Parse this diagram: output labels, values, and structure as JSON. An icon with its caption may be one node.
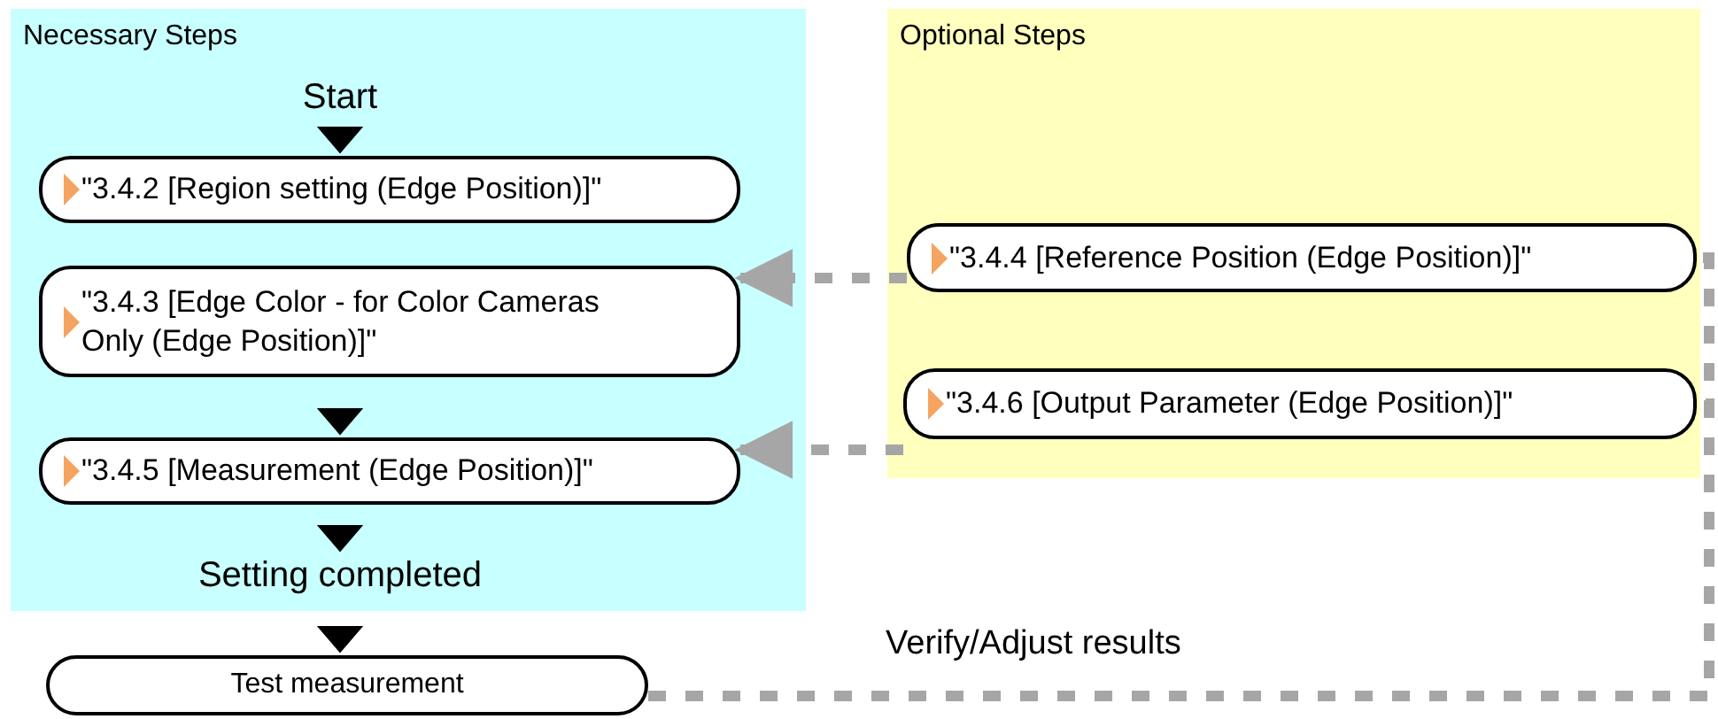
{
  "diagram": {
    "nodes": [
      {
        "text": [
          "Necessary Steps"
        ]
      },
      {
        "text": [
          "Start"
        ],
        "in": 0
      },
      {
        "text": [
          "\"3.4.2 [Region setting (Edge Position)]\""
        ],
        "in": 0
      },
      {
        "text": [
          "\"3.4.3 [Edge Color - for Color Cameras Only (Edge Position)]\""
        ],
        "in": 0
      },
      {
        "text": [
          "\"3.4.5 [Measurement (Edge Position)]\""
        ],
        "in": 0
      },
      {
        "text": [
          "Setting completed"
        ],
        "in": 0
      },
      {
        "text": [
          "Test measurement"
        ]
      },
      {
        "text": [
          "Optional Steps"
        ]
      },
      {
        "text": [
          "\"3.4.4 [Reference Position (Edge Position)]\""
        ],
        "in": 7
      },
      {
        "text": [
          "\"3.4.6 [Output Parameter (Edge Position)]\""
        ],
        "in": 7
      }
    ],
    "edges": [
      {
        "from": 1,
        "to": 2,
        "arrow": "to"
      },
      {
        "from": 3,
        "to": 4,
        "arrow": "to"
      },
      {
        "from": 4,
        "to": 5,
        "arrow": "to"
      },
      {
        "from": 5,
        "to": 6,
        "arrow": "to"
      },
      {
        "from": 8,
        "to": 3,
        "arrow": "to",
        "style": "dashed",
        "color": "#a6a6a6"
      },
      {
        "from": 9,
        "to": 4,
        "arrow": "to",
        "style": "dashed",
        "color": "#a6a6a6"
      },
      {
        "from": 6,
        "to": 8,
        "arrow": "none",
        "style": "dashed",
        "color": "#a6a6a6",
        "label": "Verify/Adjust results"
      },
      {
        "from": 6,
        "to": 9,
        "arrow": "none",
        "style": "dashed",
        "color": "#a6a6a6"
      }
    ]
  }
}
